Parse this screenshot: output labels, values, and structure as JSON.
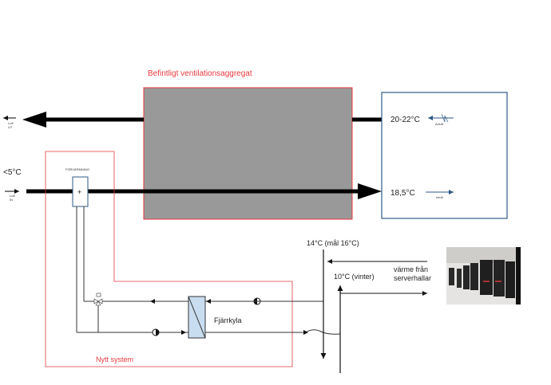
{
  "title": "Befintligt ventilationsaggregat",
  "new_system_label": "Nytt system",
  "preheat_label": "FÖRVÄRMNING",
  "preheat_symbol": "+",
  "outside_temp": "<5°C",
  "air_out_label": [
    "Luft",
    "UT"
  ],
  "air_in_label": [
    "Luft",
    "IN"
  ],
  "room": {
    "exhaust_temp": "20-22°C",
    "exhaust_label": "Avluft",
    "supply_temp": "18,5°C",
    "supply_label": "Inluft"
  },
  "district_cooling_label": "Fjärrkyla",
  "supply_line_temp": "14°C (mål 16°C)",
  "return_line_temp": "10°C (vinter)",
  "heat_source_label": [
    "värme från",
    "serverhallar"
  ],
  "colors": {
    "red": "#e8383d",
    "unit_gray": "#999999",
    "blue": "#2e5a87",
    "hx_fill": "#c9ddf0"
  }
}
